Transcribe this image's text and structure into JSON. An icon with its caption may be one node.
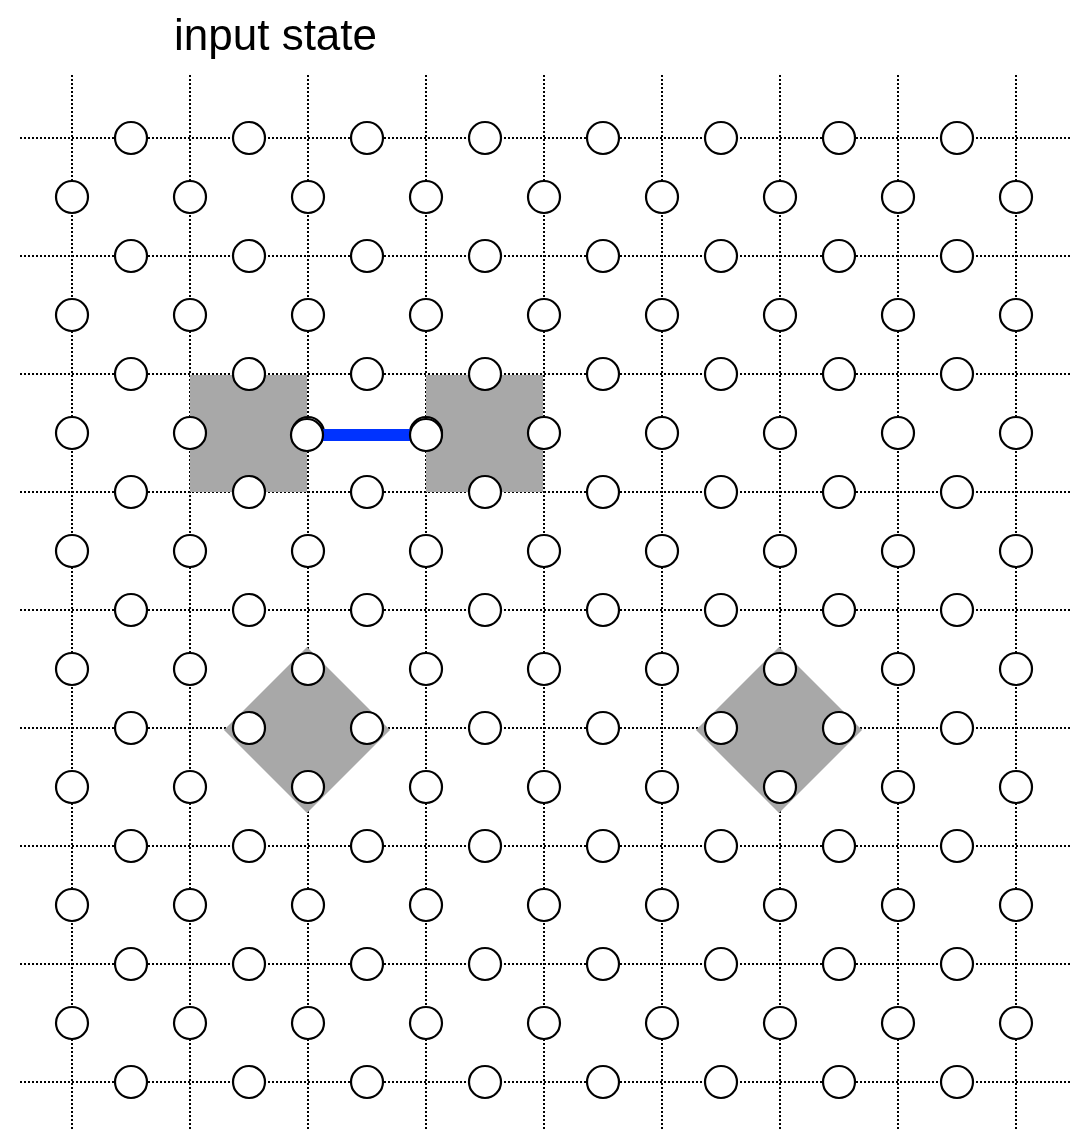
{
  "diagram": {
    "title": "input state",
    "nodes": [
      {
        "text": [],
        "shape": "circle"
      },
      {
        "text": [],
        "shape": "circle"
      }
    ],
    "edges": [
      {
        "from": 0,
        "to": 1,
        "arrow": "none",
        "color": "#0033ff"
      }
    ]
  }
}
